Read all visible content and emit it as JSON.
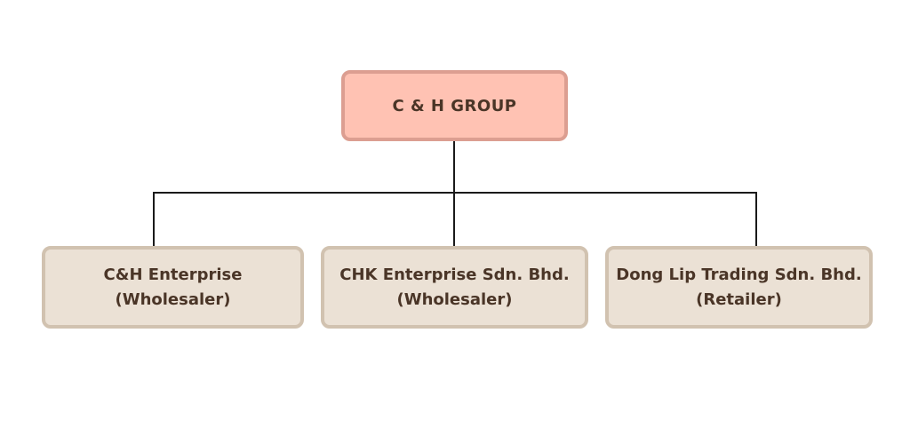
{
  "chart": {
    "root": {
      "label": "C & H GROUP"
    },
    "children": [
      {
        "name": "C&H Enterprise",
        "role": "(Wholesaler)"
      },
      {
        "name": "CHK Enterprise Sdn. Bhd.",
        "role": "(Wholesaler)"
      },
      {
        "name": "Dong Lip Trading Sdn. Bhd.",
        "role": "(Retailer)"
      }
    ]
  },
  "colors": {
    "root_fill": "#ffc2b3",
    "root_border": "#dc9e91",
    "child_fill": "#ebe1d5",
    "child_border": "#d1c2b0",
    "text": "#4a3527",
    "connector": "#1a1a1a"
  }
}
